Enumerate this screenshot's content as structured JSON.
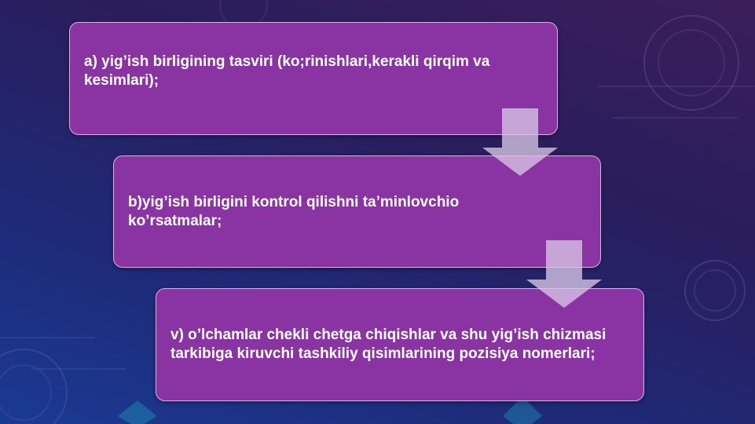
{
  "steps": [
    {
      "text": "a) yig’ish birligining tasviri (ko;rinishlari,kerakli qirqim va kesimlari);"
    },
    {
      "text": "b)yig’ish birligini kontrol qilishni ta’minlovchio ko’rsatmalar;"
    },
    {
      "text": "v) o’lchamlar chekli chetga chiqishlar va shu yig’ish chizmasi tarkibiga kiruvchi tashkiliy qisimlarining pozisiya nomerlari;"
    }
  ],
  "colors": {
    "box_fill": "#8a34a4",
    "box_border": "#d9b3e6",
    "arrow_fill": "#d8c6e6",
    "text": "#ffffff"
  }
}
